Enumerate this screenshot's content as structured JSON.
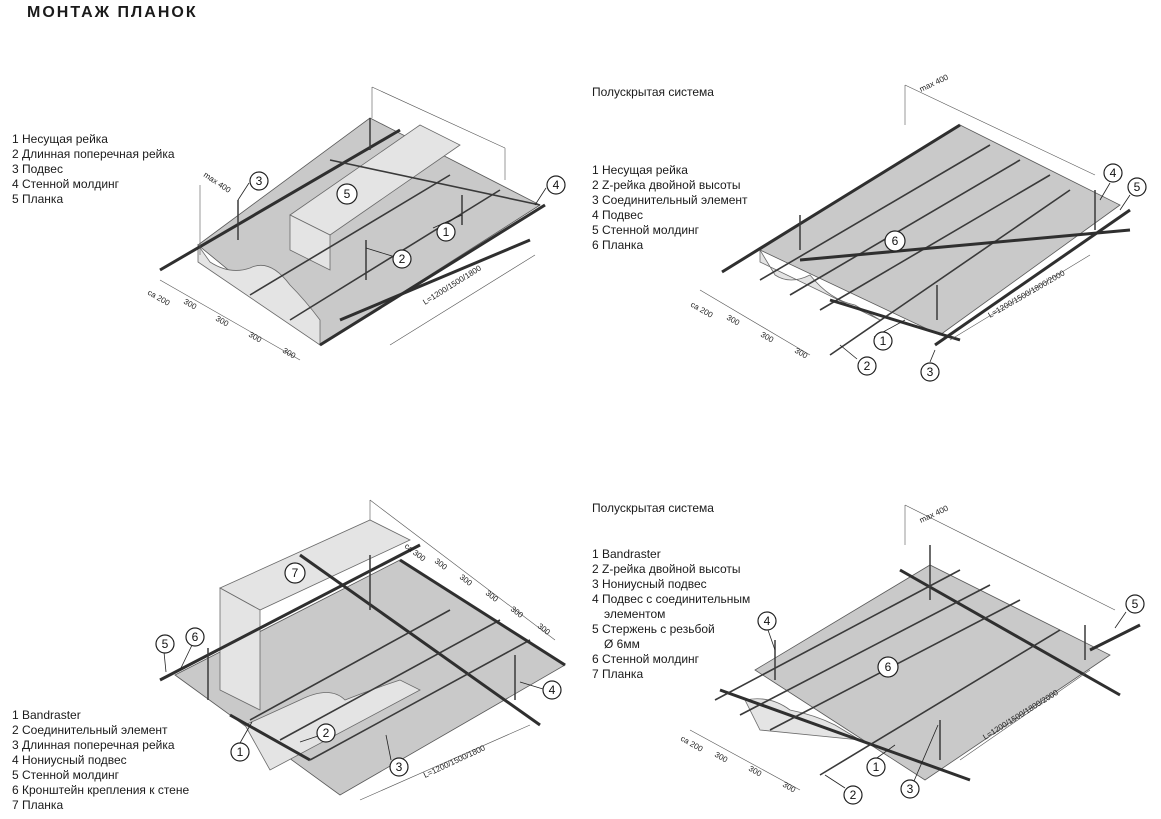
{
  "title": "МОНТАЖ ПЛАНОК",
  "diagrams": {
    "top_left": {
      "legend": [
        "1 Несущая рейка",
        "2 Длинная поперечная рейка",
        "3 Подвес",
        "4 Стенной молдинг",
        "5 Планка"
      ],
      "max_label": "max 400",
      "length_label": "L=1200/1500/1800",
      "dims": [
        "ca 200",
        "300",
        "300",
        "300",
        "300"
      ],
      "callouts": [
        "1",
        "2",
        "3",
        "4",
        "5"
      ]
    },
    "top_right": {
      "subtitle": "Полускрытая система",
      "legend": [
        "1 Несущая рейка",
        "2 Z-рейка двойной высоты",
        "3 Соединительный элемент",
        "4 Подвес",
        "5 Стенной молдинг",
        "6 Планка"
      ],
      "max_label": "max 400",
      "length_label": "L=1200/1500/1800/2000",
      "dims": [
        "ca 200",
        "300",
        "300",
        "300"
      ],
      "callouts": [
        "1",
        "2",
        "3",
        "4",
        "5",
        "6"
      ]
    },
    "bottom_left": {
      "legend": [
        "1 Bandraster",
        "2 Соединительный элемент",
        "3 Длинная поперечная рейка",
        "4 Нониусный подвес",
        "5 Стенной молдинг",
        "6 Кронштейн крепления к стене",
        "7 Планка"
      ],
      "length_label": "L=1200/1500/1800",
      "dims": [
        "ca 300",
        "300",
        "300",
        "300",
        "300",
        "300"
      ],
      "callouts": [
        "1",
        "2",
        "3",
        "4",
        "5",
        "6",
        "7"
      ]
    },
    "bottom_right": {
      "subtitle": "Полускрытая система",
      "legend": [
        "1 Bandraster",
        "2 Z-рейка двойной высоты",
        "3 Нониусный подвес",
        "4 Подвес с соединительным",
        "элементом",
        "5 Стержень с резьбой",
        "Ø 6мм",
        "6 Стенной молдинг",
        "7 Планка"
      ],
      "max_label": "max 400",
      "length_label": "L=1200/1500/1800/2000",
      "dims": [
        "ca 200",
        "300",
        "300",
        "300"
      ],
      "callouts": [
        "1",
        "2",
        "3",
        "4",
        "5",
        "6"
      ]
    }
  },
  "colors": {
    "panel": "#c9c9c9",
    "rail": "#2f2f2f",
    "line": "#222222"
  }
}
